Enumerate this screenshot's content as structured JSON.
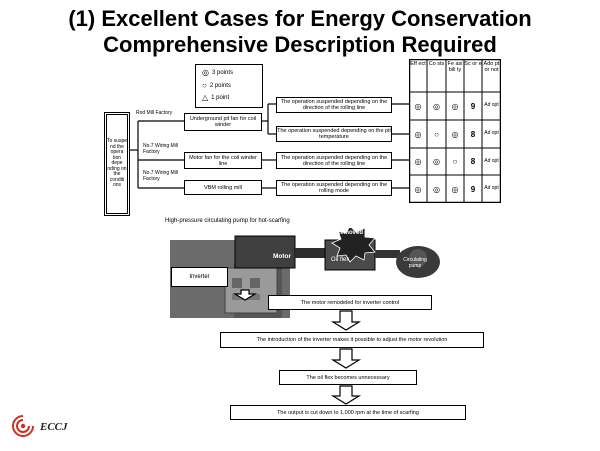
{
  "title": {
    "line1": "(1) Excellent Cases for Energy Conservation",
    "line2": "Comprehensive Description Required"
  },
  "legend": [
    {
      "icon": "double-circle-icon",
      "glyph": "◎",
      "label": "3 points"
    },
    {
      "icon": "circle-icon",
      "glyph": "○",
      "label": "2 points"
    },
    {
      "icon": "triangle-icon",
      "glyph": "△",
      "label": "1 point"
    }
  ],
  "grid": {
    "headers": [
      "Eff ect",
      "Co sts",
      "Fe asi bili ty",
      "Sc or e",
      "Ado pt or not"
    ],
    "rows": [
      {
        "effect": "◎",
        "costs": "◎",
        "feasibility": "◎",
        "score": "9",
        "adopt": "Ad opt"
      },
      {
        "effect": "◎",
        "costs": "○",
        "feasibility": "◎",
        "score": "8",
        "adopt": "Ad opt"
      },
      {
        "effect": "◎",
        "costs": "◎",
        "feasibility": "○",
        "score": "8",
        "adopt": "Ad opt"
      },
      {
        "effect": "◎",
        "costs": "◎",
        "feasibility": "◎",
        "score": "9",
        "adopt": "Ad opt"
      }
    ]
  },
  "tree": {
    "root": "To suspe nd the opera tion depe nding on the conditi ons",
    "factories": [
      "Rod Mill Factory",
      "No.7 Wiring Mill Factory",
      "No.7 Wiring Mill Factory"
    ],
    "equipment": [
      "Underground pit fan for coil winder",
      "Motor fan for the coil winder line",
      "VBM rolling mill"
    ],
    "operations": [
      "The operation suspended depending on the direction of the rolling line",
      "The operation suspended depending on the pit temperature",
      "The operation suspended depending on the direction of the rolling line",
      "The operation suspended depending on the rolling mode"
    ]
  },
  "diagram": {
    "caption": "High-pressure circulating pump for hot-scarfing",
    "motor_label": "Motor",
    "removed_label": "Removed",
    "oil_flex_label": "Oil flex",
    "pump_label": "Circulating pump",
    "inverter_label": "Inverter"
  },
  "flow_steps": [
    "The motor remodeled for inverter control",
    "The introduction of the inverter makes it possible to adjust the motor revolution",
    "The oil flex becomes unnecessary",
    "The output is cut down to 1,000 rpm at the time of scarfing"
  ],
  "logo": {
    "text": "ECCJ"
  }
}
